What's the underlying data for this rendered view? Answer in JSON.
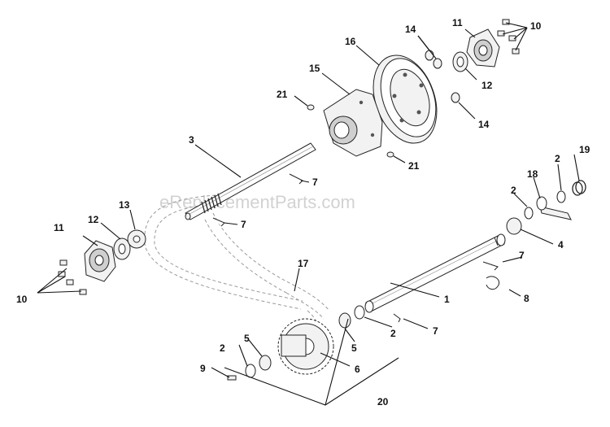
{
  "watermark": "eReplacementParts.com",
  "callouts": [
    {
      "id": "c1",
      "label": "1"
    },
    {
      "id": "c2a",
      "label": "2"
    },
    {
      "id": "c2b",
      "label": "2"
    },
    {
      "id": "c2c",
      "label": "2"
    },
    {
      "id": "c2d",
      "label": "2"
    },
    {
      "id": "c3",
      "label": "3"
    },
    {
      "id": "c4",
      "label": "4"
    },
    {
      "id": "c5a",
      "label": "5"
    },
    {
      "id": "c5b",
      "label": "5"
    },
    {
      "id": "c6",
      "label": "6"
    },
    {
      "id": "c7a",
      "label": "7"
    },
    {
      "id": "c7b",
      "label": "7"
    },
    {
      "id": "c7c",
      "label": "7"
    },
    {
      "id": "c7d",
      "label": "7"
    },
    {
      "id": "c8",
      "label": "8"
    },
    {
      "id": "c9",
      "label": "9"
    },
    {
      "id": "c10a",
      "label": "10"
    },
    {
      "id": "c10b",
      "label": "10"
    },
    {
      "id": "c11a",
      "label": "11"
    },
    {
      "id": "c11b",
      "label": "11"
    },
    {
      "id": "c12a",
      "label": "12"
    },
    {
      "id": "c12b",
      "label": "12"
    },
    {
      "id": "c13",
      "label": "13"
    },
    {
      "id": "c14a",
      "label": "14"
    },
    {
      "id": "c14b",
      "label": "14"
    },
    {
      "id": "c15",
      "label": "15"
    },
    {
      "id": "c16",
      "label": "16"
    },
    {
      "id": "c17",
      "label": "17"
    },
    {
      "id": "c18",
      "label": "18"
    },
    {
      "id": "c19",
      "label": "19"
    },
    {
      "id": "c20",
      "label": "20"
    },
    {
      "id": "c21a",
      "label": "21"
    },
    {
      "id": "c21b",
      "label": "21"
    }
  ]
}
